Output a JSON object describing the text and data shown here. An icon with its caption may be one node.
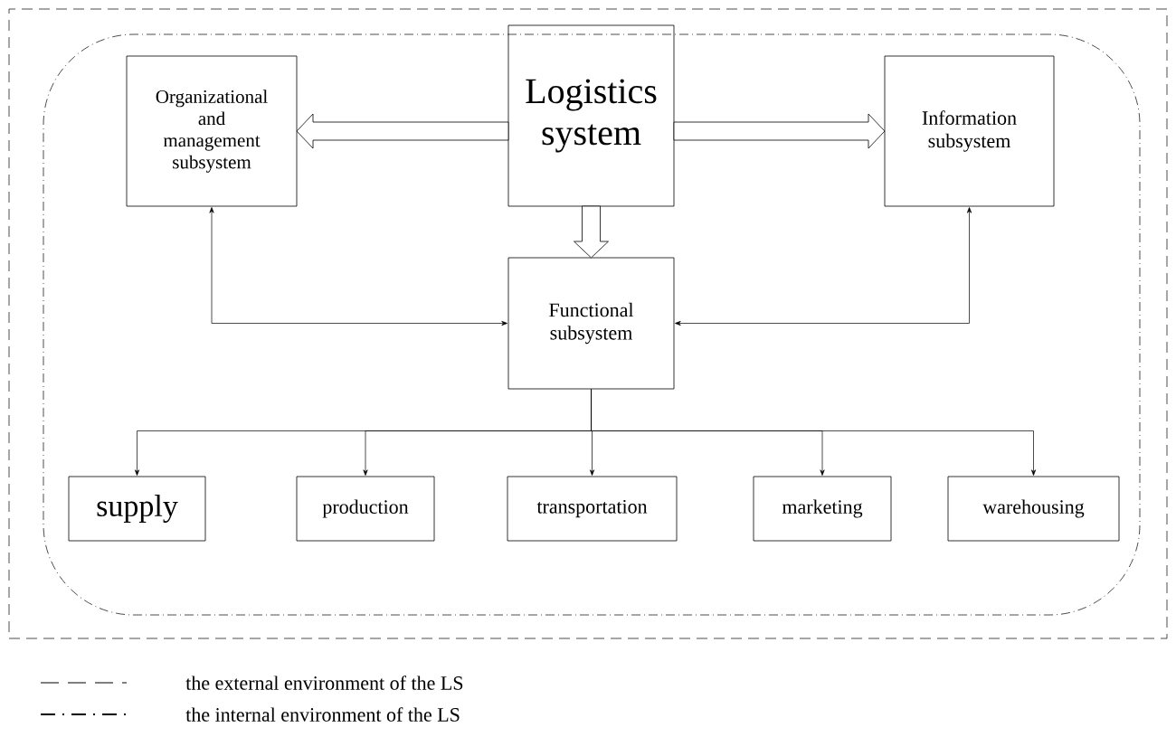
{
  "diagram": {
    "nodes": [
      {
        "text": [],
        "shape": "box"
      },
      {
        "text": [],
        "shape": "box",
        "in": 0
      },
      {
        "text": [
          "Organizational and management subsystem"
        ],
        "in": 1
      },
      {
        "text": [
          "Logistics system"
        ],
        "in": 1
      },
      {
        "text": [
          "Information subsystem"
        ],
        "in": 1
      },
      {
        "text": [
          "Functional subsystem"
        ],
        "in": 1
      },
      {
        "text": [
          "supply"
        ],
        "in": 1
      },
      {
        "text": [
          "production"
        ],
        "in": 1
      },
      {
        "text": [
          "transportation"
        ],
        "in": 1
      },
      {
        "text": [
          "marketing"
        ],
        "in": 1
      },
      {
        "text": [
          "warehousing"
        ],
        "in": 1
      }
    ],
    "edges": [
      {
        "from": 3,
        "to": 2,
        "arrow": "to",
        "style": "thick"
      },
      {
        "from": 3,
        "to": 4,
        "arrow": "to",
        "style": "thick"
      },
      {
        "from": 3,
        "to": 5,
        "arrow": "to",
        "style": "thick"
      },
      {
        "from": 2,
        "to": 5,
        "arrow": "both"
      },
      {
        "from": 4,
        "to": 5,
        "arrow": "both"
      },
      {
        "from": 5,
        "to": 6,
        "arrow": "to"
      },
      {
        "from": 5,
        "to": 7,
        "arrow": "to"
      },
      {
        "from": 5,
        "to": 8,
        "arrow": "to"
      },
      {
        "from": 5,
        "to": 9,
        "arrow": "to"
      },
      {
        "from": 5,
        "to": 10,
        "arrow": "to"
      }
    ],
    "legend": [
      {
        "text": "the external environment of the LS"
      },
      {
        "text": "the internal environment of the LS"
      }
    ]
  }
}
